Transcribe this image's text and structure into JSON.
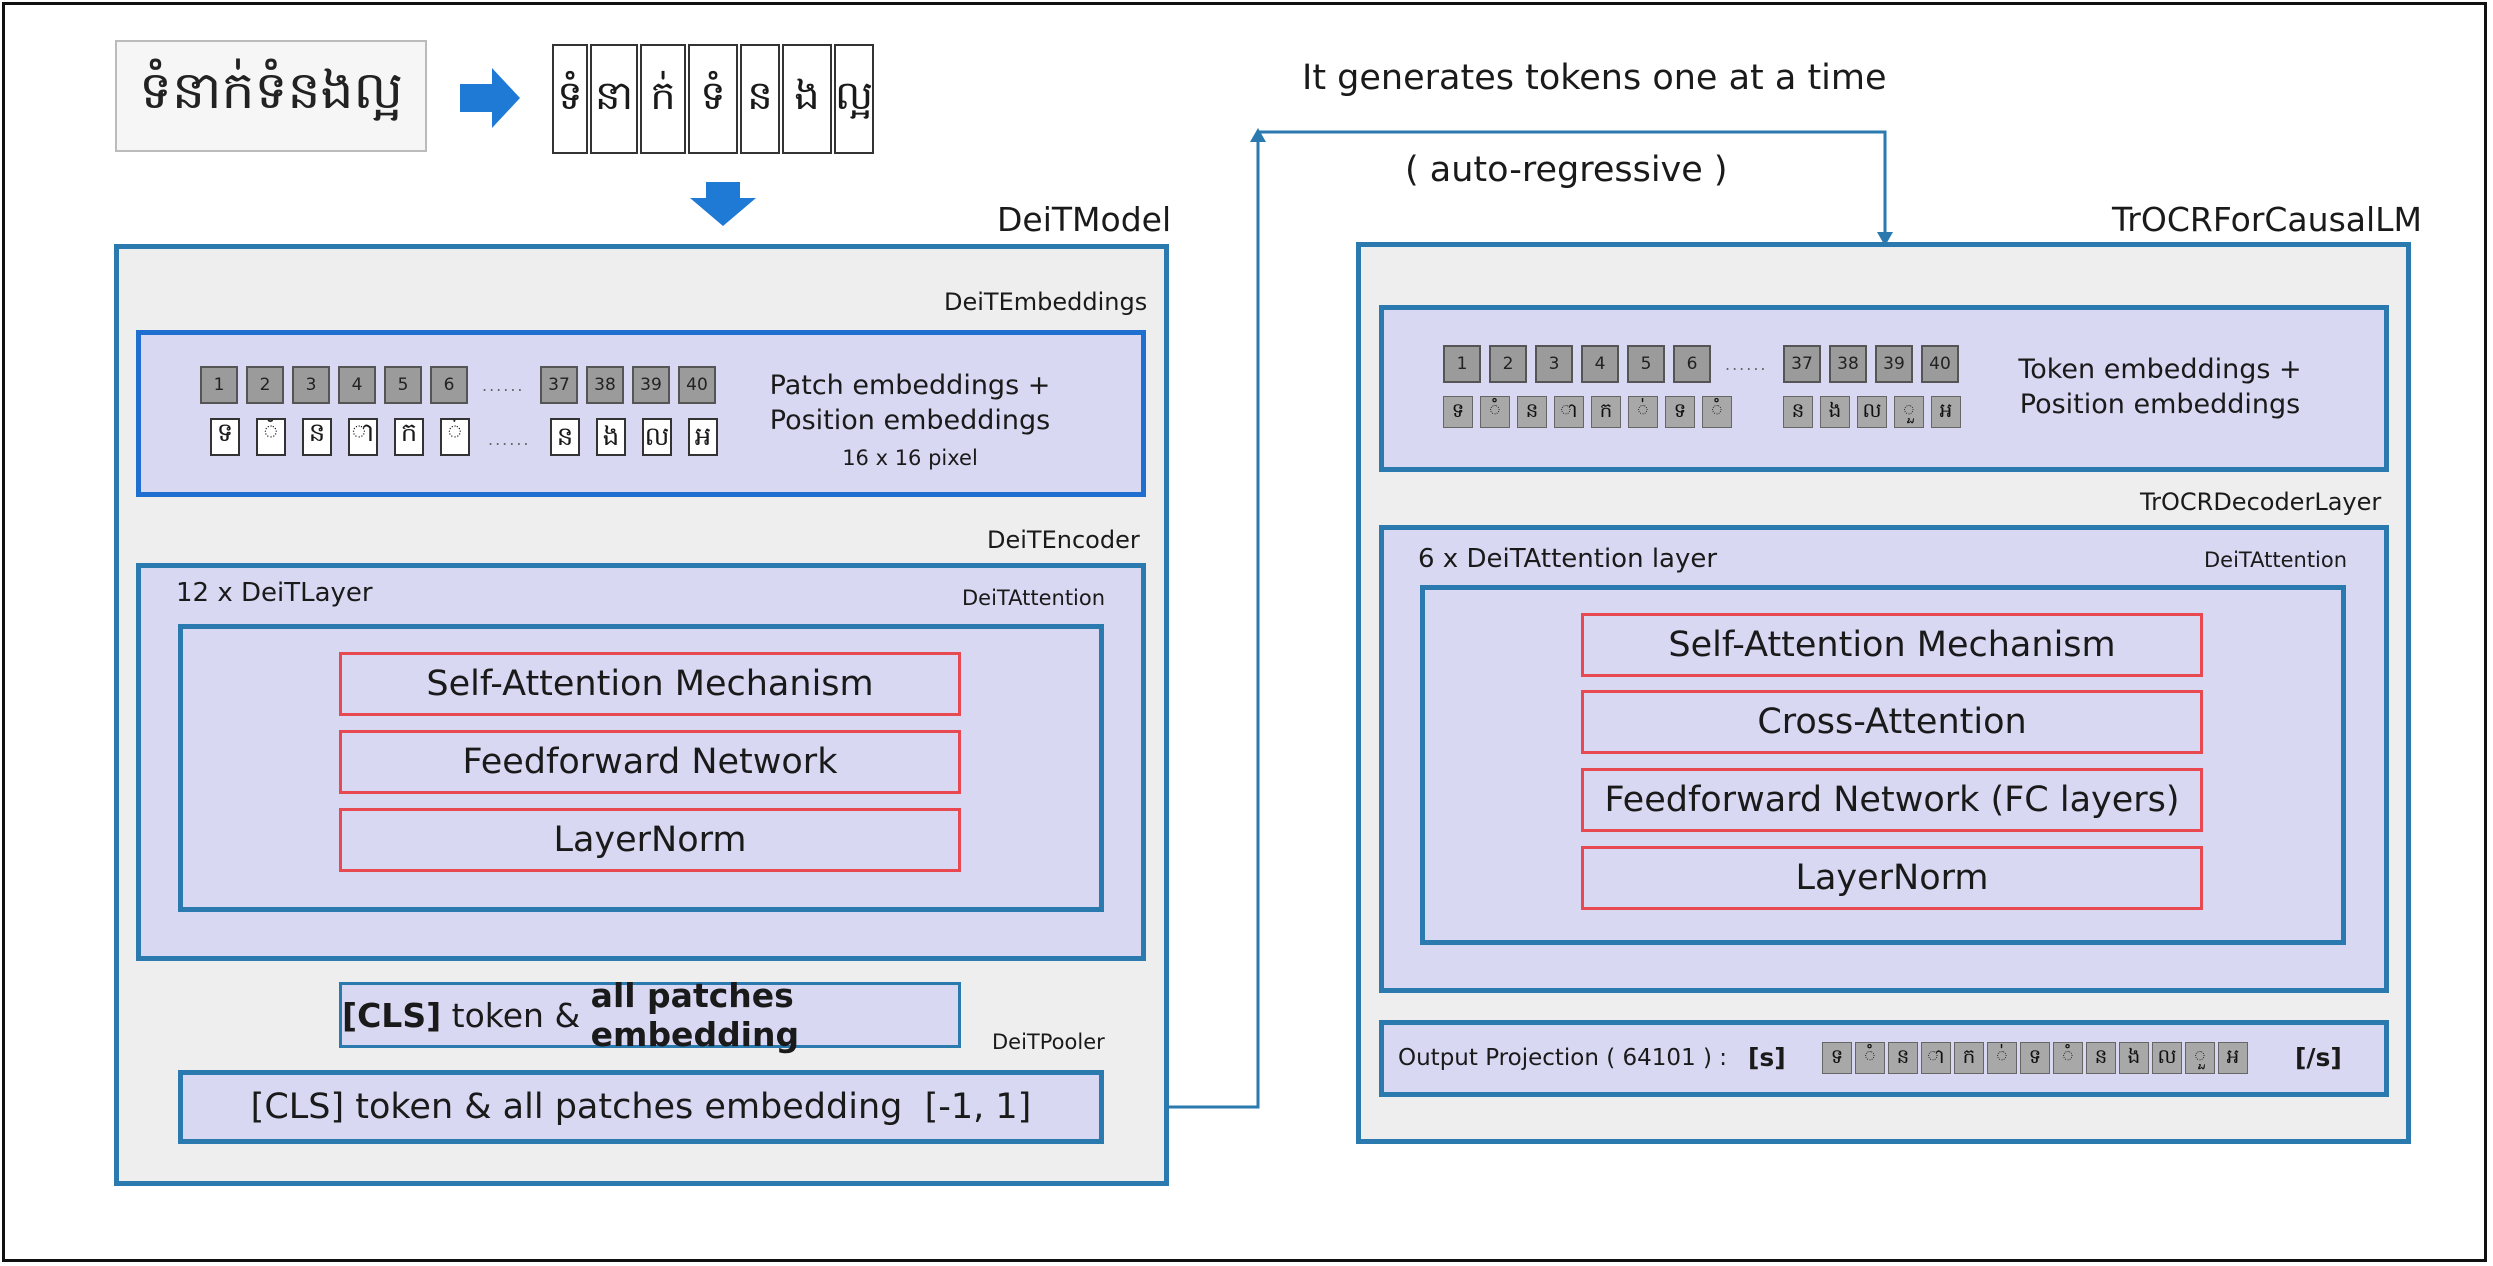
{
  "flow_text": {
    "generates": "It generates tokens one at a time",
    "autoregressive": "( auto-regressive )"
  },
  "encoder": {
    "model_title": "DeiTModel",
    "embeddings_title": "DeiTEmbeddings",
    "patch_numbers_first": [
      "1",
      "2",
      "3",
      "4",
      "5",
      "6"
    ],
    "patch_numbers_last": [
      "37",
      "38",
      "39",
      "40"
    ],
    "ellipsis": "......",
    "embed_line1": "Patch embeddings +",
    "embed_line2": "Position embeddings",
    "embed_line3": "16 x 16 pixel",
    "encoder_title": "DeiTEncoder",
    "layer_count": "12 x DeiTLayer",
    "attention_title": "DeiTAttention",
    "blocks": [
      "Self-Attention Mechanism",
      "Feedforward Network",
      "LayerNorm"
    ],
    "cls_bold1": "[CLS]",
    "cls_mid": " token & ",
    "cls_bold2": "all patches embedding",
    "pooler_title": "DeiTPooler",
    "pooler_text": "[CLS] token & all patches embedding  [-1, 1]"
  },
  "decoder": {
    "model_title": "TrOCRForCausalLM",
    "token_numbers_first": [
      "1",
      "2",
      "3",
      "4",
      "5",
      "6"
    ],
    "token_numbers_last": [
      "37",
      "38",
      "39",
      "40"
    ],
    "ellipsis": "......",
    "tokens_first": [
      "ទ",
      "ំ",
      "ន",
      "ា",
      "ក",
      "់",
      "ទ",
      "ំ"
    ],
    "tokens_last": [
      "ន",
      "ង",
      "ល",
      "ួ",
      "អ"
    ],
    "embed_line1": "Token embeddings +",
    "embed_line2": "Position embeddings",
    "layer_title": "TrOCRDecoderLayer",
    "layer_count": "6 x DeiTAttention layer",
    "attention_title": "DeiTAttention",
    "blocks": [
      "Self-Attention Mechanism",
      "Cross-Attention",
      "Feedforward Network (FC layers)",
      "LayerNorm"
    ],
    "output_label": "Output Projection ( 64101 ) :",
    "start_token": "[s]",
    "end_token": "[/s]",
    "output_tokens": [
      "ទ",
      "ំ",
      "ន",
      "ា",
      "ក",
      "់",
      "ទ",
      "ំ",
      "ន",
      "ង",
      "ល",
      "ួ",
      "អ"
    ]
  },
  "input_image": {
    "text": "ទំនាក់ទំនងល្អ",
    "segmented": [
      "ទំ",
      "នា",
      "ក់",
      "ទំ",
      "ន",
      "ង",
      "ល្អ"
    ]
  },
  "colors": {
    "panel_border": "#2a7ab0",
    "panel_fill": "#eeeeee",
    "sub_fill": "#d9d8f3",
    "block_border": "#e8484f",
    "arrow_blue": "#1f7ad6"
  }
}
